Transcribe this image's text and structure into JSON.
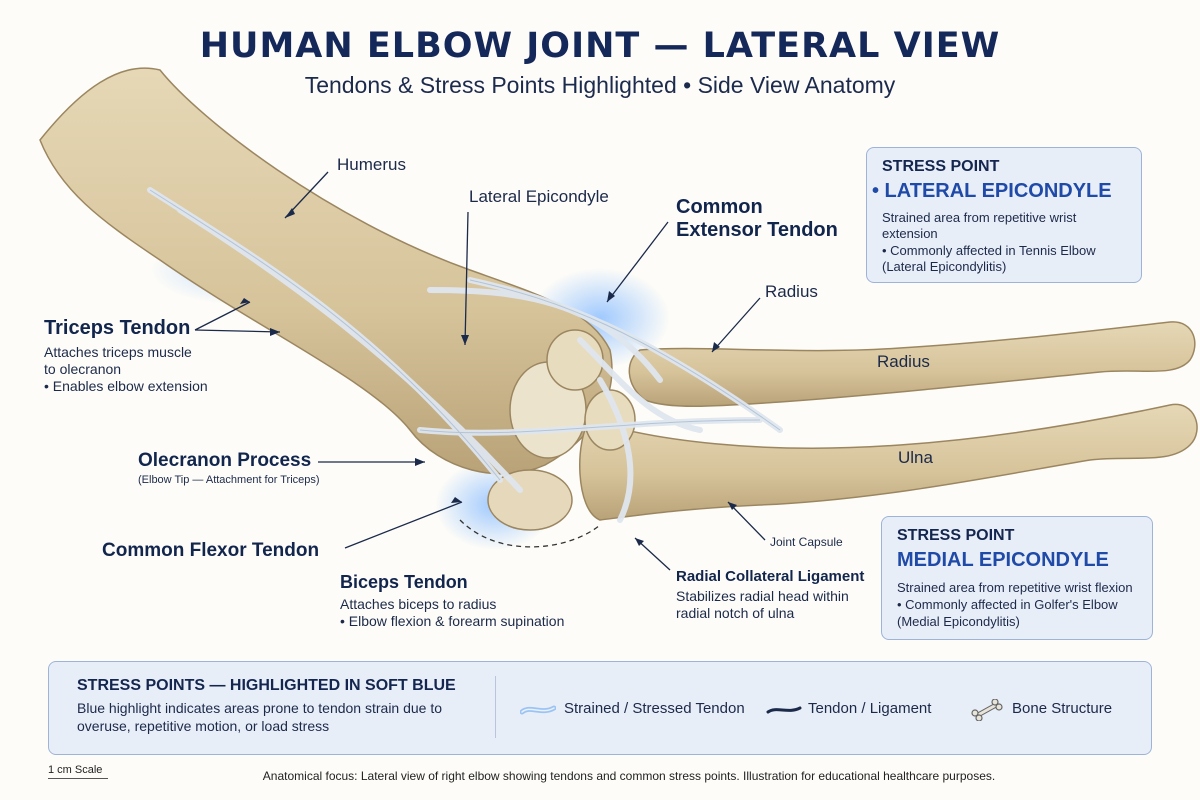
{
  "header": {
    "title": "HUMAN ELBOW JOINT — LATERAL VIEW",
    "subtitle": "Tendons & Stress Points Highlighted • Side View Anatomy"
  },
  "labels": {
    "humerus": "Humerus",
    "lateral_epicondyle": "Lateral Epicondyle",
    "common_extensor_1": "Common",
    "common_extensor_2": "Extensor Tendon",
    "radius_top": "Radius",
    "radius_mid": "Radius",
    "ulna": "Ulna",
    "joint_capsule": "Joint Capsule",
    "triceps_title": "Triceps Tendon",
    "triceps_line1": "Attaches triceps muscle",
    "triceps_line2": "to olecranon",
    "triceps_line3": "• Enables elbow extension",
    "olecranon_title": "Olecranon Process",
    "olecranon_sub": "(Elbow Tip — Attachment for Triceps)",
    "common_flexor": "Common Flexor Tendon",
    "biceps_title": "Biceps Tendon",
    "biceps_line1": "Attaches biceps to radius",
    "biceps_line2": "• Elbow flexion & forearm supination",
    "rcl_title": "Radial Collateral Ligament",
    "rcl_line1": "Stabilizes radial head within",
    "rcl_line2": "radial notch of ulna"
  },
  "stress_lateral": {
    "heading": "STRESS POINT",
    "name": "• LATERAL EPICONDYLE",
    "line1": "Strained area from repetitive wrist",
    "line2": "extension",
    "line3": "• Commonly affected in Tennis Elbow",
    "line4": "(Lateral Epicondylitis)"
  },
  "stress_medial": {
    "heading": "STRESS POINT",
    "name": "MEDIAL EPICONDYLE",
    "line1": "Strained area from repetitive wrist flexion",
    "line2": "• Commonly affected in Golfer's Elbow",
    "line3": "(Medial Epicondylitis)"
  },
  "legend": {
    "heading": "STRESS POINTS — HIGHLIGHTED IN SOFT BLUE",
    "line1": "Blue highlight indicates areas prone to tendon strain due to",
    "line2": "overuse, repetitive motion, or load stress",
    "items": [
      {
        "icon": "strained-tendon-icon",
        "label": "Strained / Stressed Tendon"
      },
      {
        "icon": "tendon-ligament-icon",
        "label": "Tendon / Ligament"
      },
      {
        "icon": "bone-icon",
        "label": "Bone Structure"
      }
    ]
  },
  "footer": {
    "scale": "1 cm Scale",
    "note": "Anatomical focus: Lateral view of right elbow showing tendons and common stress points. Illustration for educational healthcare purposes."
  },
  "colors": {
    "bone": "#d9c9a3",
    "bone_shade": "#b8a47a",
    "tendon": "#e4e8ee",
    "stress_blue": "#9cc4f2",
    "title_navy": "#15285a",
    "accent_blue": "#1f4aa8"
  }
}
